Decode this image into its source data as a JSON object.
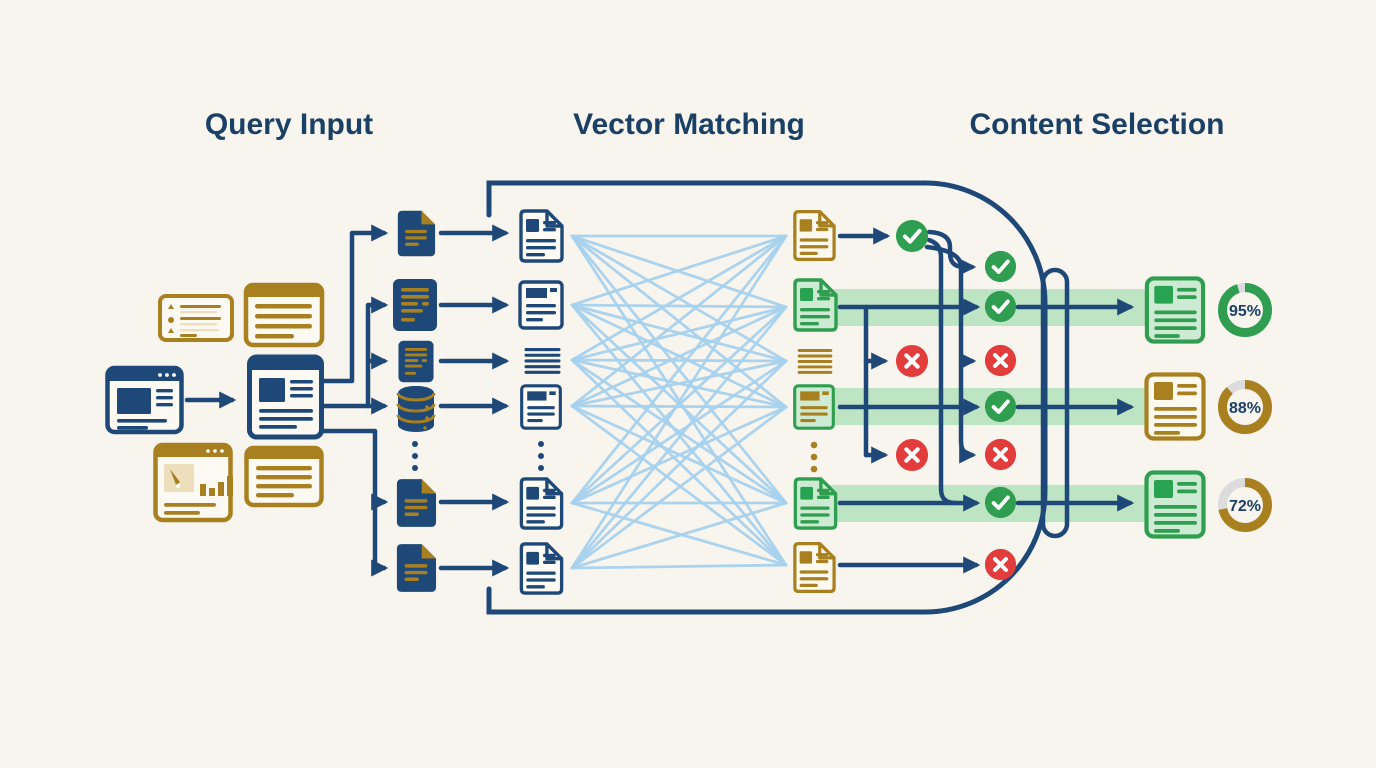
{
  "stages": [
    {
      "label": "Query Input"
    },
    {
      "label": "Vector Matching"
    },
    {
      "label": "Content Selection"
    }
  ],
  "results": [
    {
      "score_label": "95%",
      "score_pct": 95,
      "ring_color": "green",
      "card_style": "green"
    },
    {
      "score_label": "88%",
      "score_pct": 88,
      "ring_color": "gold",
      "card_style": "gold"
    },
    {
      "score_label": "72%",
      "score_pct": 72,
      "ring_color": "gold",
      "card_style": "green"
    }
  ],
  "icons": {
    "query_sources": [
      "bulleted-list-card",
      "text-document-card",
      "web-page-window",
      "web-document-card",
      "analytics-chart-window",
      "text-document-card"
    ],
    "chunk_column": [
      "document-folded",
      "document",
      "document-small",
      "database-cylinder",
      "ellipsis",
      "document-folded",
      "document-folded"
    ],
    "embedded_column": [
      "outline-document-folded",
      "outline-document-bar",
      "text-lines",
      "outline-document-bar",
      "ellipsis",
      "outline-document-folded",
      "outline-document-folded"
    ],
    "candidate_column": [
      "gold-document",
      "green-document",
      "gold-text-lines",
      "green-document",
      "ellipsis",
      "green-document",
      "gold-document"
    ],
    "decision_badges_col1": [
      "check",
      "x",
      "x"
    ],
    "decision_badges_col2": [
      "check",
      "check",
      "check",
      "x",
      "check",
      "x",
      "check",
      "x"
    ]
  },
  "colors": {
    "bg": "#f8f5ee",
    "navy": "#1e4878",
    "navyText": "#1b4066",
    "gold": "#a9801f",
    "goldFill": "#fdf9ee",
    "tan": "#eddfbc",
    "cream": "#fcf9f2",
    "mesh": "#a7d2ee",
    "green": "#2f9e50",
    "greenDark": "#28a352",
    "greenFill": "#cdebd2",
    "band": "#bde4c3",
    "red": "#e23c3c",
    "gray": "#dcdcdc",
    "white": "#ffffff"
  }
}
